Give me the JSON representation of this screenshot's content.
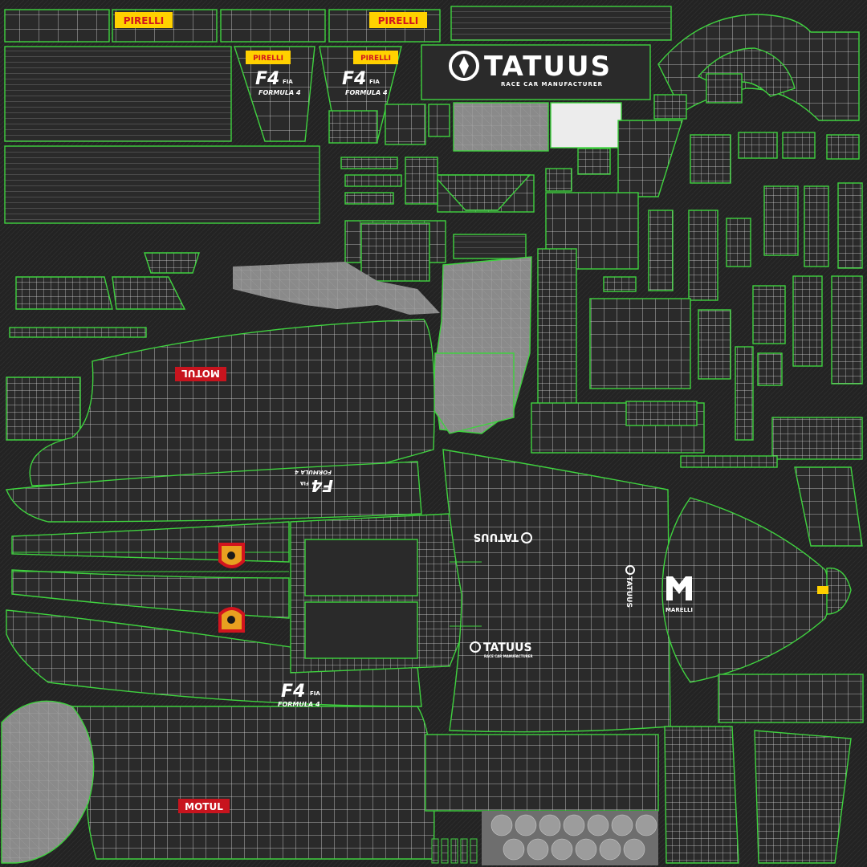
{
  "image": {
    "kind": "uv-texture-layout",
    "background_color": "#232323",
    "island_outline_color": "#3fd23f",
    "wireframe_color": "#e6e6e6",
    "mesh_fill_color": "#2b2b2b",
    "gray_island_color": "#8c8c8c"
  },
  "decals": {
    "pirelli_1": "PIRELLI",
    "pirelli_2": "PIRELLI",
    "pirelli_3": "PIRELLI",
    "pirelli_4": "PIRELLI",
    "tatuus_main": "TATUUS",
    "tatuus_sub": "RACE CAR MANUFACTURER",
    "f4_1": "F4",
    "f4_1_fia": "FIA",
    "f4_1_formula": "FORMULA 4",
    "f4_2": "F4",
    "f4_2_fia": "FIA",
    "f4_2_formula": "FORMULA 4",
    "f4_3": "F4",
    "f4_3_fia": "FIA",
    "f4_3_formula": "FORMULA 4",
    "f4_4": "F4",
    "f4_4_fia": "FIA",
    "f4_4_formula": "FORMULA 4",
    "motul_1": "MOTUL",
    "motul_2": "MOTUL",
    "tatuus_2": "TATUUS",
    "tatuus_3": "TATUUS",
    "tatuus_4": "TATUUS",
    "tatuus_4_sub": "RACE CAR MANUFACTURER",
    "marelli": "MARELLI"
  },
  "colors": {
    "pirelli_yellow": "#ffd100",
    "pirelli_red": "#d2141e",
    "motul_red": "#c8141e",
    "abarth_orange": "#e8a020",
    "white": "#ffffff"
  }
}
